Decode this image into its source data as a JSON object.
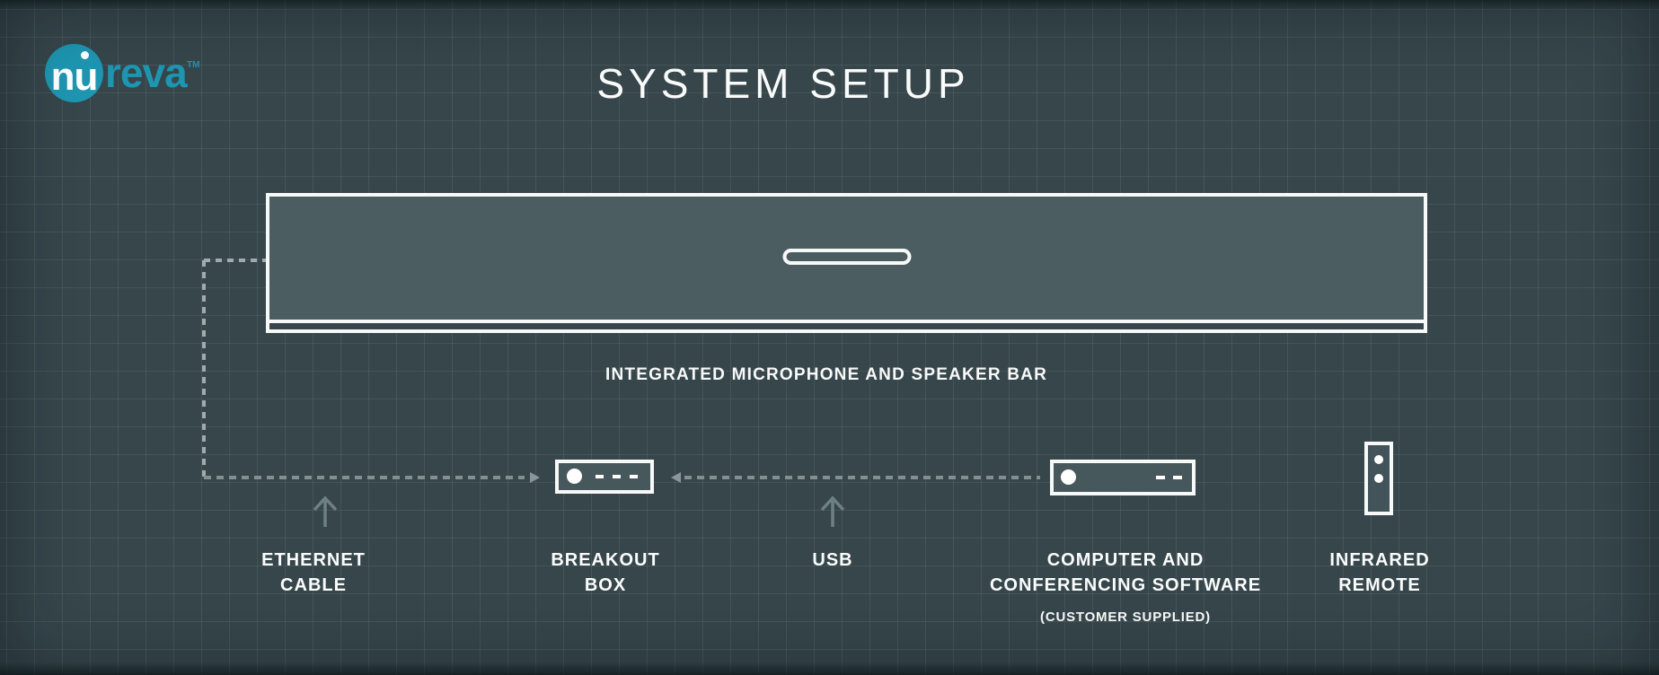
{
  "brand": {
    "circle_text": "nu",
    "name": "reva",
    "trademark": "TM"
  },
  "title": "SYSTEM SETUP",
  "speaker_bar": {
    "label": "INTEGRATED MICROPHONE AND SPEAKER BAR"
  },
  "components": {
    "ethernet": {
      "line1": "ETHERNET",
      "line2": "CABLE"
    },
    "breakout": {
      "line1": "BREAKOUT",
      "line2": "BOX"
    },
    "usb": {
      "line1": "USB",
      "line2": ""
    },
    "computer": {
      "line1": "COMPUTER AND",
      "line2": "CONFERENCING SOFTWARE",
      "note": "(CUSTOMER SUPPLIED)"
    },
    "remote": {
      "line1": "INFRARED",
      "line2": "REMOTE"
    }
  },
  "colors": {
    "background": "#36464b",
    "grid_line": "#46585e",
    "brand_teal": "#1e96b2",
    "outline_white": "#f7f8f8",
    "panel_fill": "#4c5d62",
    "connector_gray": "#82908f",
    "elbow_gray": "#a0abad",
    "arrow_gray": "#6e8084"
  },
  "icons": {
    "up-arrow-icon": "↑",
    "arrowhead-right-icon": "▶",
    "arrowhead-left-icon": "◀",
    "led-dot-icon": "●",
    "dash-mark-icon": "–"
  }
}
